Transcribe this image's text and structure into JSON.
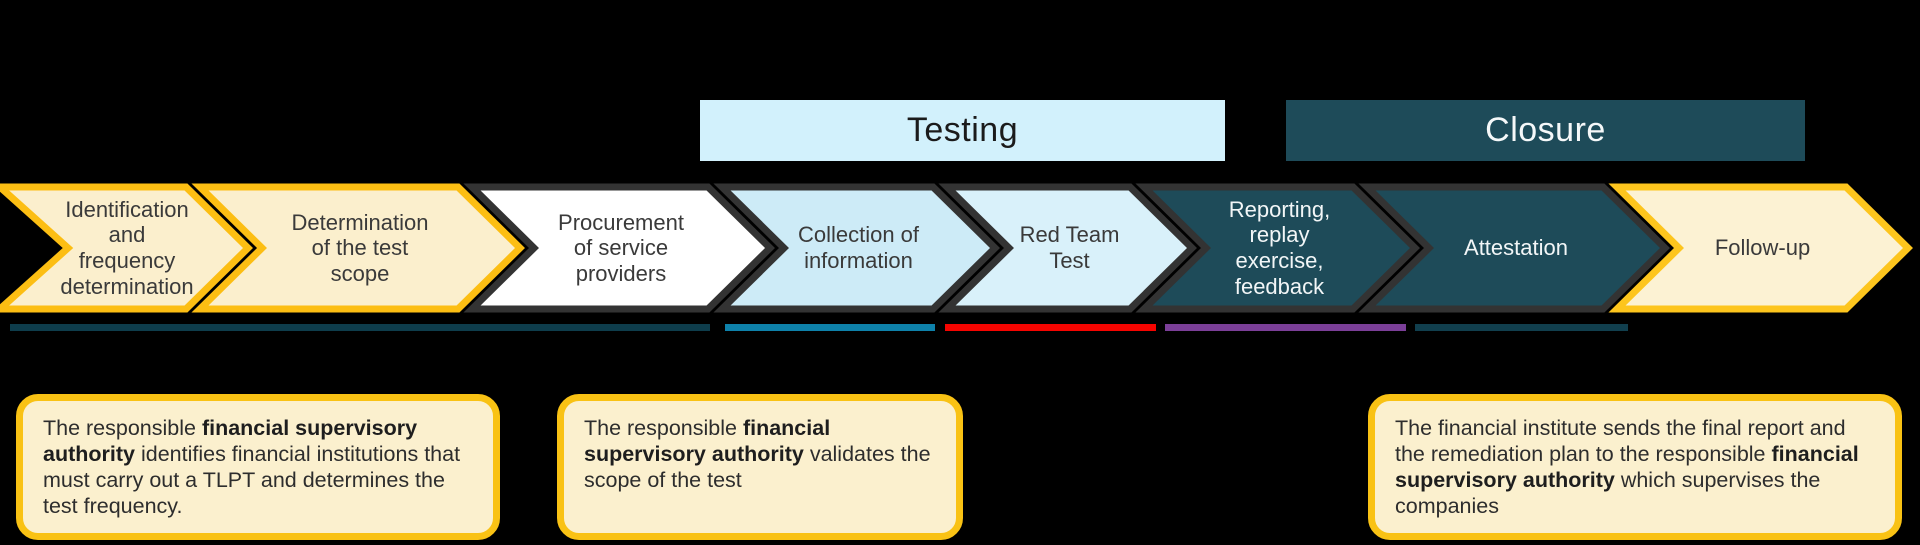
{
  "phase_headers": [
    {
      "label": "Testing",
      "bg": "#D2F1FC",
      "fg": "#1B1B1B"
    },
    {
      "label": "Closure",
      "bg": "#1E4B59",
      "fg": "#F5F8F9"
    }
  ],
  "steps": [
    {
      "label": "Identification\nand frequency\ndetermination",
      "fill": "#FBEFCD",
      "border": "#FCBE13",
      "text_color": "#3A3A3A"
    },
    {
      "label": "Determination\nof the test\nscope",
      "fill": "#FBEFCD",
      "border": "#FCBE13",
      "text_color": "#3A3A3A"
    },
    {
      "label": "Procurement\nof service\nproviders",
      "fill": "#FFFFFF",
      "border": "#333333",
      "text_color": "#3A3A3A"
    },
    {
      "label": "Collection of\ninformation",
      "fill": "#CDEBF7",
      "border": "#333333",
      "text_color": "#3A3A3A"
    },
    {
      "label": "Red Team\nTest",
      "fill": "#D9F1FA",
      "border": "#333333",
      "text_color": "#3A3A3A"
    },
    {
      "label": "Reporting,\nreplay exercise,\nfeedback",
      "fill": "#1E4B59",
      "border": "#333333",
      "text_color": "#F2F6F7"
    },
    {
      "label": "Attestation",
      "fill": "#1E4B59",
      "border": "#333333",
      "text_color": "#F2F6F7"
    },
    {
      "label": "Follow-up",
      "fill": "#FCF2D3",
      "border": "#FDC51D",
      "text_color": "#3A3A3A"
    }
  ],
  "progress_bars": [
    {
      "color": "#0E3D4C"
    },
    {
      "color": "#0E81AA"
    },
    {
      "color": "#F50400"
    },
    {
      "color": "#7B3F98"
    },
    {
      "color": "#113F4E"
    }
  ],
  "callouts": [
    {
      "segments": [
        {
          "text": "The responsible ",
          "bold": false
        },
        {
          "text": "financial supervisory authority",
          "bold": true
        },
        {
          "text": " identifies financial institutions that must carry out a TLPT and determines the test frequency.",
          "bold": false
        }
      ]
    },
    {
      "segments": [
        {
          "text": "The responsible ",
          "bold": false
        },
        {
          "text": "financial supervisory authority",
          "bold": true
        },
        {
          "text": " validates the scope of the test",
          "bold": false
        }
      ]
    },
    {
      "segments": [
        {
          "text": "The financial institute sends the final report and the remediation plan to the responsible ",
          "bold": false
        },
        {
          "text": "financial supervisory authority",
          "bold": true
        },
        {
          "text": " which supervises the companies",
          "bold": false
        }
      ]
    }
  ]
}
